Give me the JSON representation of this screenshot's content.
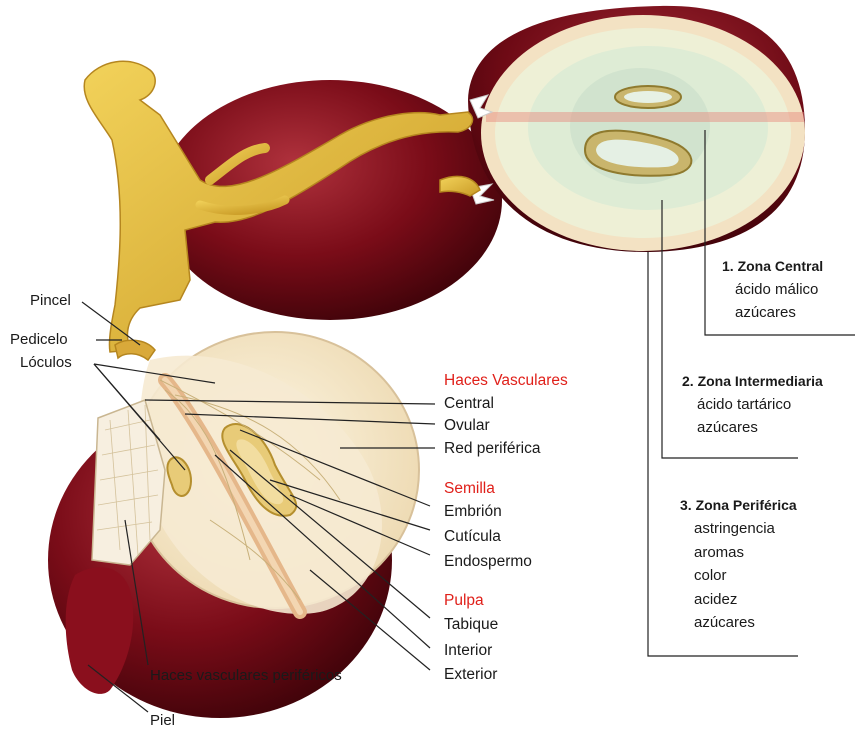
{
  "left_labels": {
    "pincel": "Pincel",
    "pedicelo": "Pedicelo",
    "loculos": "Lóculos",
    "haces_perifericos": "Haces vasculares periféricos",
    "piel": "Piel"
  },
  "haces_vasculares": {
    "heading": "Haces Vasculares",
    "items": [
      "Central",
      "Ovular",
      "Red periférica"
    ]
  },
  "semilla": {
    "heading": "Semilla",
    "items": [
      "Embrión",
      "Cutícula",
      "Endospermo"
    ]
  },
  "pulpa": {
    "heading": "Pulpa",
    "items": [
      "Tabique",
      "Interior",
      "Exterior"
    ]
  },
  "zones": [
    {
      "title": "1. Zona Central",
      "items": [
        "ácido málico",
        "azúcares"
      ]
    },
    {
      "title": "2. Zona Intermediaria",
      "items": [
        "ácido tartárico",
        "azúcares"
      ]
    },
    {
      "title": "3. Zona Periférica",
      "items": [
        "astringencia",
        "aromas",
        "color",
        "acidez",
        "azúcares"
      ]
    }
  ],
  "colors": {
    "heading_red": "#e0201a",
    "grape_skin": "#7a0c18",
    "stem": "#e8c24a",
    "flesh": "#f5ead0"
  },
  "icons": [
    "grape-cluster-illustration"
  ]
}
